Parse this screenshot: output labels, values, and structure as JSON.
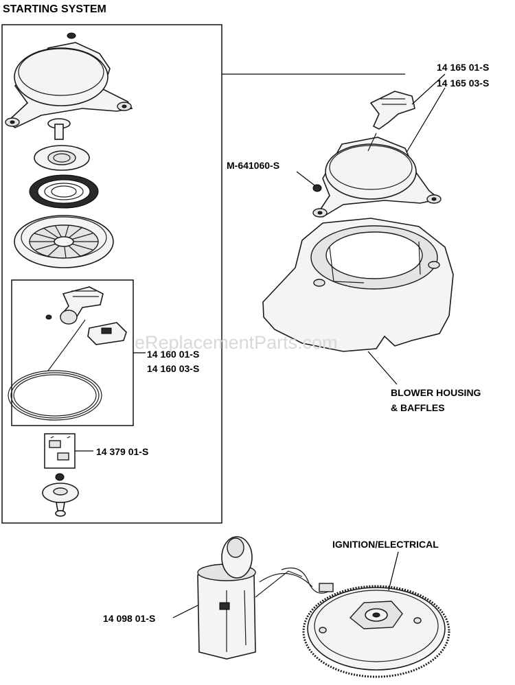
{
  "title": "STARTING SYSTEM",
  "watermark": "eReplacementParts.com",
  "callouts": {
    "recoil_assembly": [
      "14 165 01-S",
      "14 165 03-S"
    ],
    "screw": "M-641060-S",
    "rope_handle_kit": [
      "14 160 01-S",
      "14 160 03-S"
    ],
    "pawl_kit": "14 379 01-S",
    "blower_housing": [
      "BLOWER HOUSING",
      "& BAFFLES"
    ],
    "ignition": "IGNITION/ELECTRICAL",
    "starter_motor": "14 098 01-S"
  }
}
